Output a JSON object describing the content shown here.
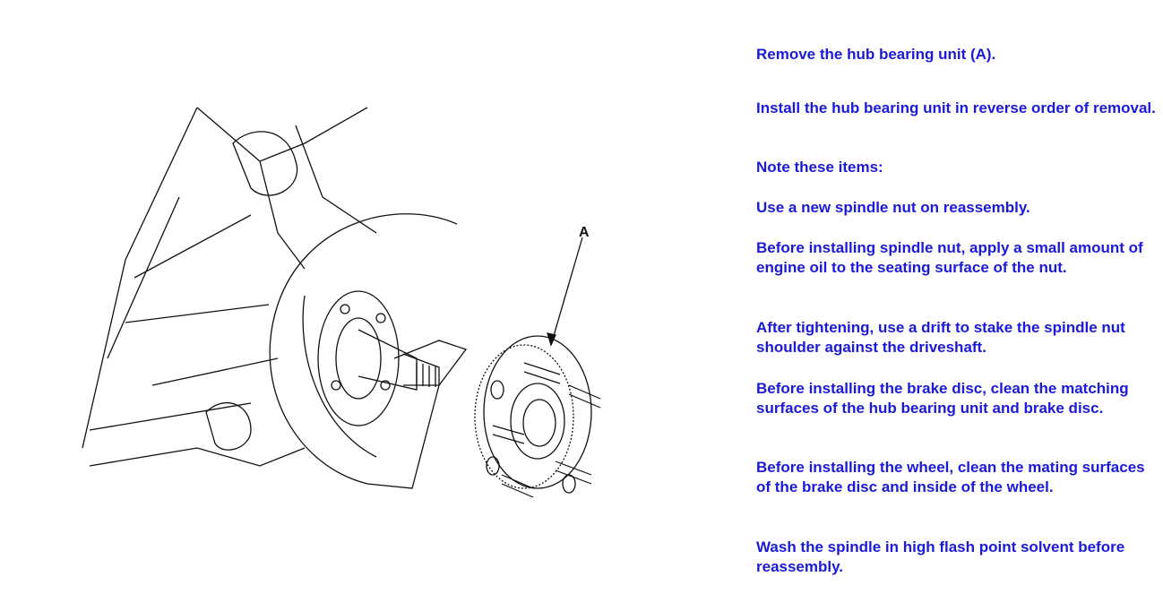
{
  "illustration": {
    "callout_label": "A",
    "icon": "hub-bearing-diagram"
  },
  "instructions": [
    "Remove the hub bearing unit (A).",
    "Install the hub bearing unit in reverse order of removal.",
    "Note these items:",
    "Use a new spindle nut on reassembly.",
    "Before installing spindle nut, apply a small amount of engine oil to the seating surface of the nut.",
    "After tightening, use a drift to stake the spindle nut shoulder against the driveshaft.",
    "Before installing the brake disc, clean the matching surfaces of the hub bearing unit and brake disc.",
    "Before installing the wheel, clean the mating surfaces of the brake disc and inside of the wheel.",
    "Wash the spindle in high flash point solvent before reassembly."
  ],
  "colors": {
    "text": "#1a1ad8",
    "line_art": "#111111"
  }
}
